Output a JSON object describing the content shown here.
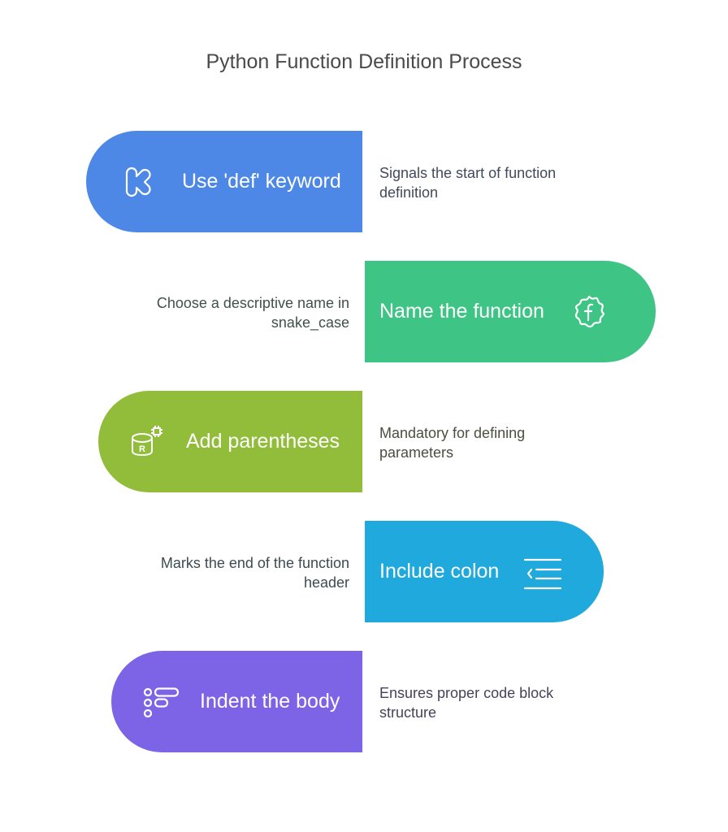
{
  "title": "Python Function Definition Process",
  "steps": [
    {
      "label": "Use 'def' keyword",
      "description": "Signals the start of function definition",
      "icon": "keyword-k-icon",
      "color": "#4e88e6",
      "desc_color": "#404a5a"
    },
    {
      "label": "Name the function",
      "description": "Choose a descriptive name in snake_case",
      "icon": "function-badge-icon",
      "color": "#3ec585",
      "desc_color": "#3f5149"
    },
    {
      "label": "Add parentheses",
      "description": "Mandatory for defining parameters",
      "icon": "database-chip-icon",
      "color": "#92bd3a",
      "desc_color": "#4a4f3e"
    },
    {
      "label": "Include colon",
      "description": "Marks the end of the function header",
      "icon": "indent-decrease-icon",
      "color": "#1fa9dc",
      "desc_color": "#3c4a52"
    },
    {
      "label": "Indent the body",
      "description": "Ensures proper code block structure",
      "icon": "list-tree-icon",
      "color": "#7d64e6",
      "desc_color": "#46425a"
    }
  ]
}
